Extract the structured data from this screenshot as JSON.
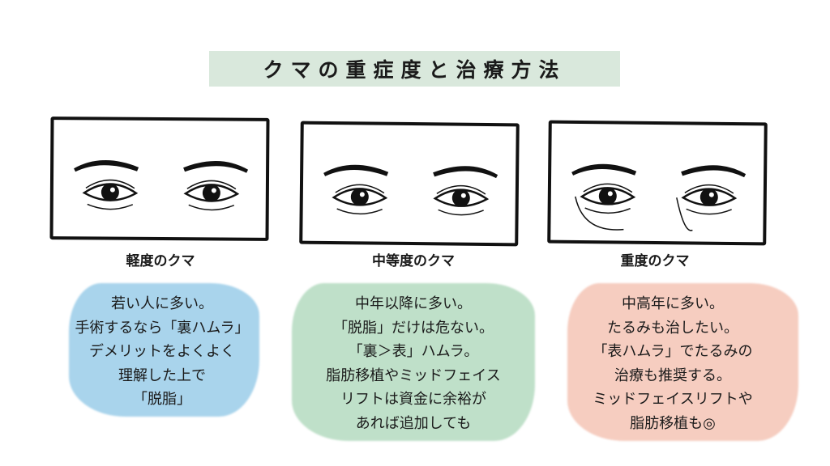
{
  "title": "クマの重症度と治療方法",
  "colors": {
    "title_bg": "#d9e8dc",
    "mild": "#a9d4ec",
    "moderate": "#bfe0c9",
    "severe": "#f6cdc0"
  },
  "columns": [
    {
      "label": "軽度のクマ",
      "lines": [
        "若い人に多い。",
        "手術するなら「裏ハムラ」",
        "デメリットをよくよく",
        "理解した上で",
        "「脱脂」"
      ]
    },
    {
      "label": "中等度のクマ",
      "lines": [
        "中年以降に多い。",
        "「脱脂」だけは危ない。",
        "「裏＞表」ハムラ。",
        "脂肪移植やミッドフェイス",
        "リフトは資金に余裕が",
        "あれば追加しても"
      ]
    },
    {
      "label": "重度のクマ",
      "lines": [
        "中高年に多い。",
        "たるみも治したい。",
        "「表ハムラ」でたるみの",
        "治療も推奨する。",
        "ミッドフェイスリフトや",
        "脂肪移植も◎"
      ]
    }
  ]
}
